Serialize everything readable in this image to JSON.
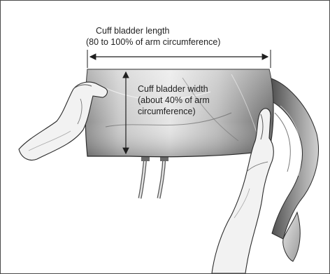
{
  "illustration": {
    "length_label": {
      "line1": "Cuff bladder length",
      "line2": "(80 to 100% of arm circumference)"
    },
    "width_label": {
      "line1": "Cuff bladder width",
      "line2": "(about 40% of arm",
      "line3": "circumference)"
    },
    "colors": {
      "frame": "#4a4a4a",
      "ink": "#1f1f1f",
      "cuff_light": "#d9d9d9",
      "cuff_dark": "#4d4d4d",
      "skin": "#f2f2f2"
    }
  }
}
